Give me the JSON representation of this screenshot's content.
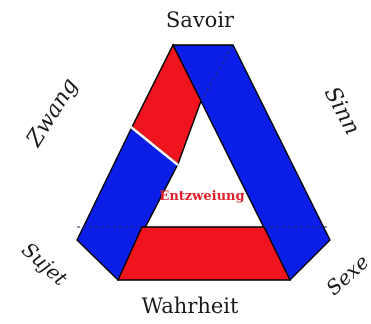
{
  "labels": {
    "top": "Savoir",
    "bottom": "Wahrheit",
    "upper_left": "Zwang",
    "upper_right": "Sinn",
    "lower_left": "Sujet",
    "lower_right": "Sexe",
    "center": "Entzweiung"
  },
  "colors": {
    "blue_band": "#0a1ee8",
    "red_band": "#f0141e",
    "center_text": "#e0202a",
    "cut_line": "#ffffff"
  }
}
